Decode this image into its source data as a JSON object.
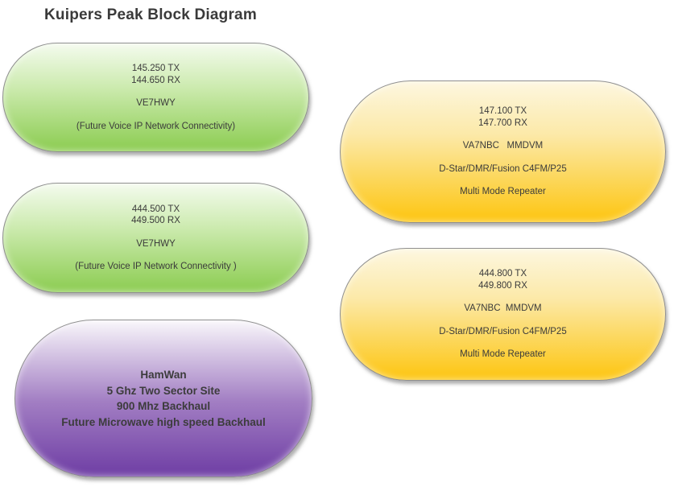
{
  "title": "Kuipers Peak Block Diagram",
  "colors": {
    "green_top": "#f4fbee",
    "green_bottom": "#8bcc50",
    "yellow_top": "#fdf7e0",
    "yellow_bottom": "#fdc50f",
    "purple_top": "#f9f7fb",
    "purple_bottom": "#6e3da4",
    "text": "#3b3b3b"
  },
  "blocks": [
    {
      "theme": "green",
      "tx": "145.250 TX",
      "rx": "144.650 RX",
      "callsign": "VE7HWY",
      "note": "(Future Voice IP Network Connectivity)"
    },
    {
      "theme": "green",
      "tx": "444.500 TX",
      "rx": "449.500 RX",
      "callsign": "VE7HWY",
      "note": "(Future Voice IP Network Connectivity )"
    },
    {
      "theme": "purple",
      "lines": [
        "HamWan",
        "5 Ghz Two Sector Site",
        "900 Mhz Backhaul",
        "Future Microwave high speed Backhaul"
      ]
    },
    {
      "theme": "yellow",
      "tx": "147.100 TX",
      "rx": "147.700 RX",
      "callsign": "VA7NBC   MMDVM",
      "modes": "D-Star/DMR/Fusion C4FM/P25",
      "type": "Multi Mode Repeater"
    },
    {
      "theme": "yellow",
      "tx": "444.800 TX",
      "rx": "449.800 RX",
      "callsign": "VA7NBC  MMDVM",
      "modes": "D-Star/DMR/Fusion C4FM/P25",
      "type": "Multi Mode Repeater"
    }
  ]
}
